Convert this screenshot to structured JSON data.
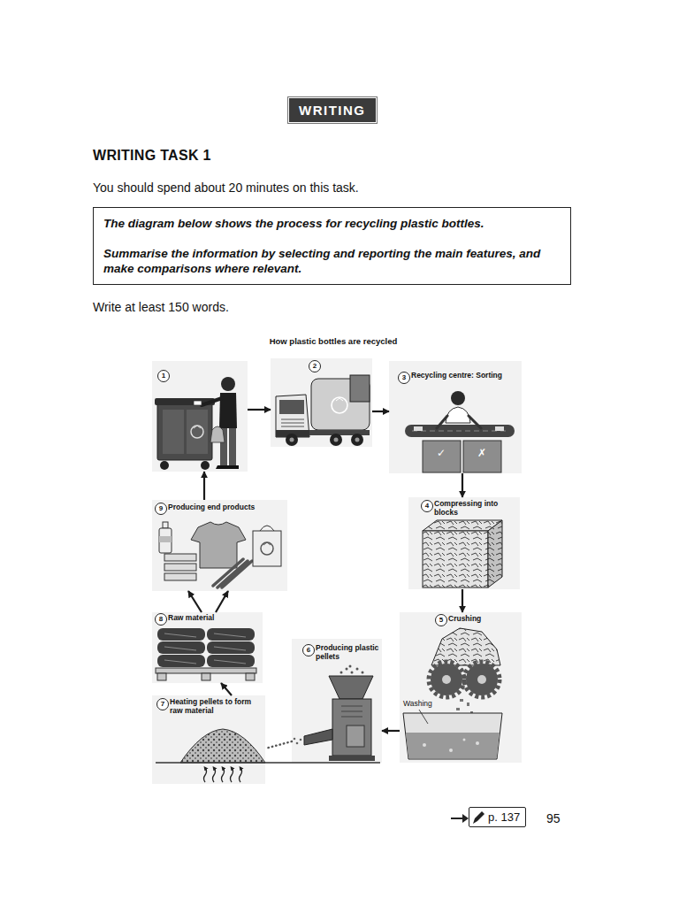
{
  "diagram": {
    "title": "How plastic bottles are recycled",
    "nodes": [
      {
        "text": [
          "WRITING"
        ]
      },
      {
        "text": [
          "The diagram below shows the process for recycling plastic bottles.",
          "Summarise the information by selecting and reporting the main features, and make comparisons where relevant."
        ]
      },
      {
        "text": [
          "1"
        ]
      },
      {
        "text": [
          "2"
        ]
      },
      {
        "text": [
          "3",
          "Recycling centre: Sorting"
        ]
      },
      {
        "text": [
          "4",
          "Compressing into blocks"
        ]
      },
      {
        "text": [
          "5",
          "Crushing"
        ]
      },
      {
        "text": [
          "6",
          "Producing plastic pellets"
        ]
      },
      {
        "text": [
          "7",
          "Heating pellets to form raw material"
        ]
      },
      {
        "text": [
          "8",
          "Raw material"
        ]
      },
      {
        "text": [
          "9",
          "Producing end products"
        ]
      },
      {
        "text": [
          "p. 137"
        ]
      }
    ],
    "edges": [
      {
        "from": 2,
        "to": 3,
        "arrow": "to"
      },
      {
        "from": 3,
        "to": 4,
        "arrow": "to"
      },
      {
        "from": 4,
        "to": 5,
        "arrow": "to"
      },
      {
        "from": 5,
        "to": 6,
        "arrow": "to"
      },
      {
        "from": 6,
        "to": 7,
        "arrow": "to"
      },
      {
        "from": 7,
        "to": 8,
        "arrow": "none"
      },
      {
        "from": 8,
        "to": 9,
        "arrow": "to"
      },
      {
        "from": 9,
        "to": 10,
        "arrow": "to"
      },
      {
        "from": 9,
        "to": 10,
        "arrow": "to"
      },
      {
        "from": 10,
        "to": 2,
        "arrow": "to"
      }
    ],
    "labels": [
      "WRITING TASK 1",
      "You should spend about 20 minutes on this task.",
      "Write at least 150 words.",
      "✓",
      "✗",
      "Washing",
      "95"
    ]
  }
}
